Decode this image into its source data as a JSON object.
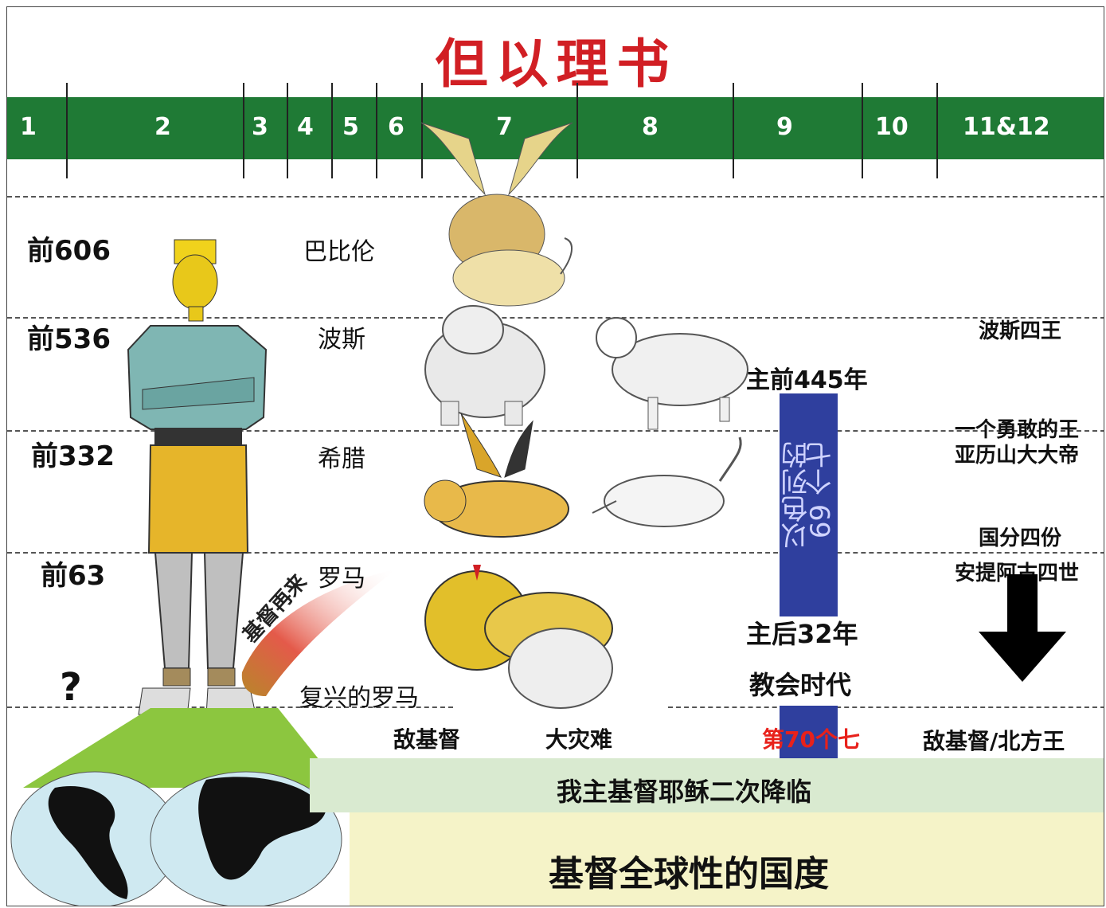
{
  "title": "但以理书",
  "chapters": [
    "1",
    "2",
    "3",
    "4",
    "5",
    "6",
    "7",
    "8",
    "9",
    "10",
    "11&12"
  ],
  "years": [
    "前606",
    "前536",
    "前332",
    "前63"
  ],
  "empires": [
    "巴比伦",
    "波斯",
    "希腊",
    "罗马",
    "复兴的罗马"
  ],
  "statue_question": "?",
  "christ_return": "基督再来",
  "right_notes": {
    "persia_kings": "波斯四王",
    "mighty_king_line1": "一个勇敢的王",
    "mighty_king_line2": "亚历山大大帝",
    "divided_line1": "国分四份",
    "divided_line2": "安提阿古四世"
  },
  "seventy_weeks": {
    "start": "主前445年",
    "bar_line1": "以色列的",
    "bar_line2": "69 个七",
    "end": "主后32年",
    "church_age": "教会时代",
    "seventieth": "第70个七"
  },
  "bottom_labels": {
    "antichrist": "敌基督",
    "tribulation": "大灾难",
    "antichrist_north": "敌基督/北方王",
    "second_coming": "我主基督耶稣二次降临",
    "kingdom": "基督全球性的国度"
  },
  "colors": {
    "title": "#d11f24",
    "band": "#1f7a35",
    "bar": "#2f3f9e",
    "seventieth": "#e8211b"
  }
}
